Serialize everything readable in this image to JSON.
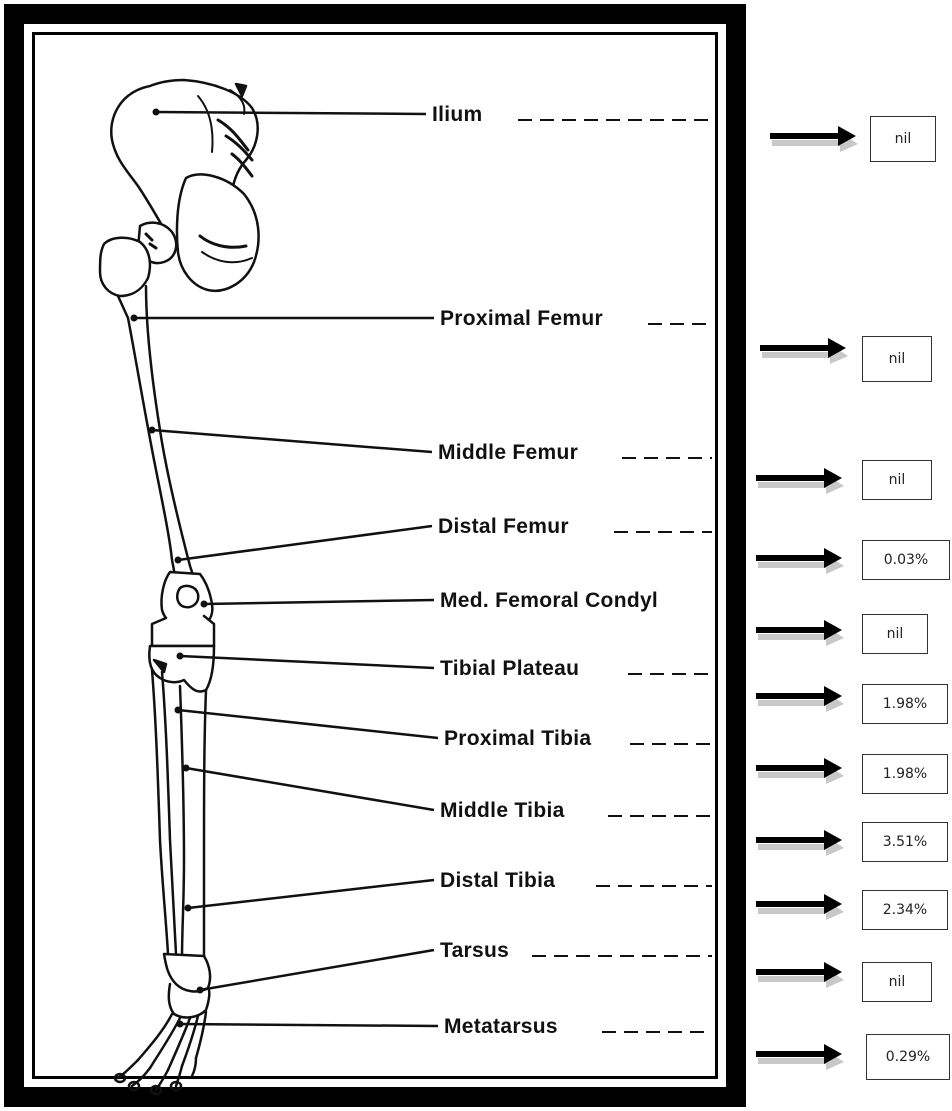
{
  "diagram": {
    "rows": [
      {
        "label": "Ilium",
        "value": "nil"
      },
      {
        "label": "Proximal Femur",
        "value": "nil"
      },
      {
        "label": "Middle Femur",
        "value": "nil"
      },
      {
        "label": "Distal Femur",
        "value": "0.03%"
      },
      {
        "label": "Med. Femoral Condyl",
        "value": "nil"
      },
      {
        "label": "Tibial Plateau",
        "value": "1.98%"
      },
      {
        "label": "Proximal Tibia",
        "value": "1.98%"
      },
      {
        "label": "Middle Tibia",
        "value": "3.51%"
      },
      {
        "label": "Distal Tibia",
        "value": "2.34%"
      },
      {
        "label": "Tarsus",
        "value": "nil"
      },
      {
        "label": "Metatarsus",
        "value": "0.29%"
      }
    ]
  },
  "colors": {
    "frame": "#000000",
    "arrow": "#000000",
    "arrow_shadow": "#c8c8c8"
  }
}
